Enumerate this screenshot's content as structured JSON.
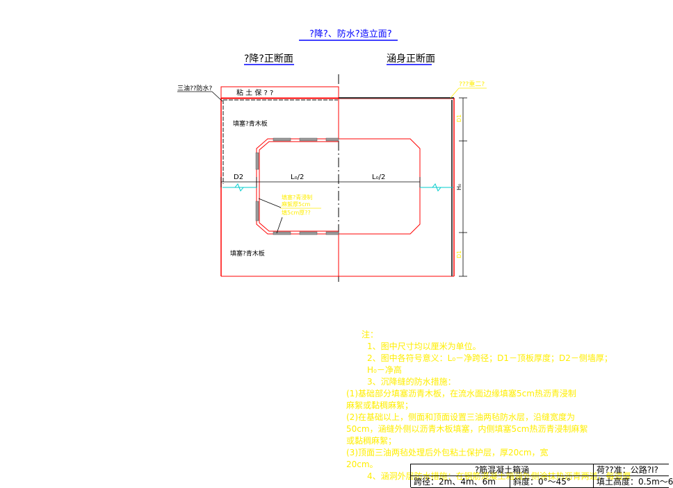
{
  "drawing": {
    "main_title": "?降?、防水?造立面?",
    "left_title": "?降?正断面",
    "right_title": "涵身正断面",
    "label_waterproof": "三油??防水?",
    "label_topcover": "粘 土 保 ? ?",
    "label_right_top": "???重二?",
    "label_fill_top": "填塞?青木板",
    "label_fill_bottom": "填塞?青木板",
    "label_d2": "D2",
    "label_l0_left": "L₀/2",
    "label_l0_right": "L₀/2",
    "label_h0": "H₀",
    "label_dim_top": "D1",
    "label_dim_bottom": "D1",
    "callout_lines": [
      "填塞?青浸制",
      "麻絮厚5cm",
      "填5cm厚??"
    ],
    "colors": {
      "outline": "#ff0000",
      "axis": "#000000",
      "title": "#0000ff",
      "annotation": "#ffee00",
      "board": "#9a9a9a",
      "water": "#00cccc"
    }
  },
  "notes": {
    "heading": "注：",
    "lines": [
      "1、图中尺寸均以厘米为单位。",
      "2、图中各符号意义：L₀－净跨径；D1－顶板厚度；D2－侧墙厚；",
      "      H₀－净高",
      "3、沉降缝的防水措施：",
      "          (1)基础部分填塞沥青木板，在流水面边缘填塞5cm热沥青浸制",
      "麻絮或黏稠麻絮；",
      "          (2)在基础以上，侧面和顶面设置三油两毡防水层，沿缝宽度为",
      "    50cm，涵缝外侧以沥青木板填塞，内侧填塞5cm热沥青浸制麻絮",
      "    或黏稠麻絮；",
      "          (3)顶面三油两毡处理后外包粘土保护层，厚20cm，宽",
      "    20cm。",
      "4、涵洞外层防水措施：在钢筋混凝土箱涵外侧涂抹热沥青两道，每道厚"
    ]
  },
  "title_block": {
    "row1_left": "?筋混凝土箱涵",
    "row1_right": "荷??准：公路?Ⅰ?",
    "row2_left": "跨径：2m、4m、6m",
    "row2_mid": "斜度：0°～45°",
    "row2_right": "填土高度：0.5m～6"
  }
}
